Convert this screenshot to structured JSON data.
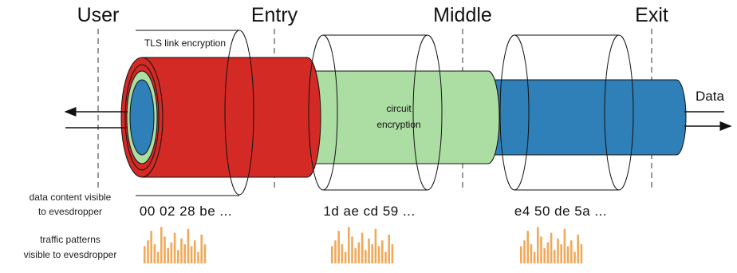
{
  "hops": {
    "user": "User",
    "entry": "Entry",
    "middle": "Middle",
    "exit": "Exit"
  },
  "labels": {
    "tls": "TLS link encryption",
    "circuit_line1": "circuit",
    "circuit_line2": "encryption",
    "data": "Data"
  },
  "rows": {
    "content_line1": "data content visible",
    "content_line2": "to evesdropper",
    "patterns_line1": "traffic patterns",
    "patterns_line2": "visible to evesdropper"
  },
  "hex": {
    "entry": "00 02 28 be ...",
    "middle": "1d ae cd 59 ...",
    "exit": "e4 50 de 5a ..."
  },
  "colors": {
    "red": "#d32a25",
    "green": "#acdea3",
    "blue": "#2f7fb8",
    "bars": "#f0a95a"
  },
  "traffic_pattern_heights": [
    0.45,
    0.6,
    0.85,
    0.5,
    0.3,
    0.95,
    0.7,
    0.4,
    0.55,
    0.8,
    0.35,
    0.65,
    0.5,
    0.9,
    0.45,
    0.6,
    0.3,
    0.75,
    0.5
  ]
}
